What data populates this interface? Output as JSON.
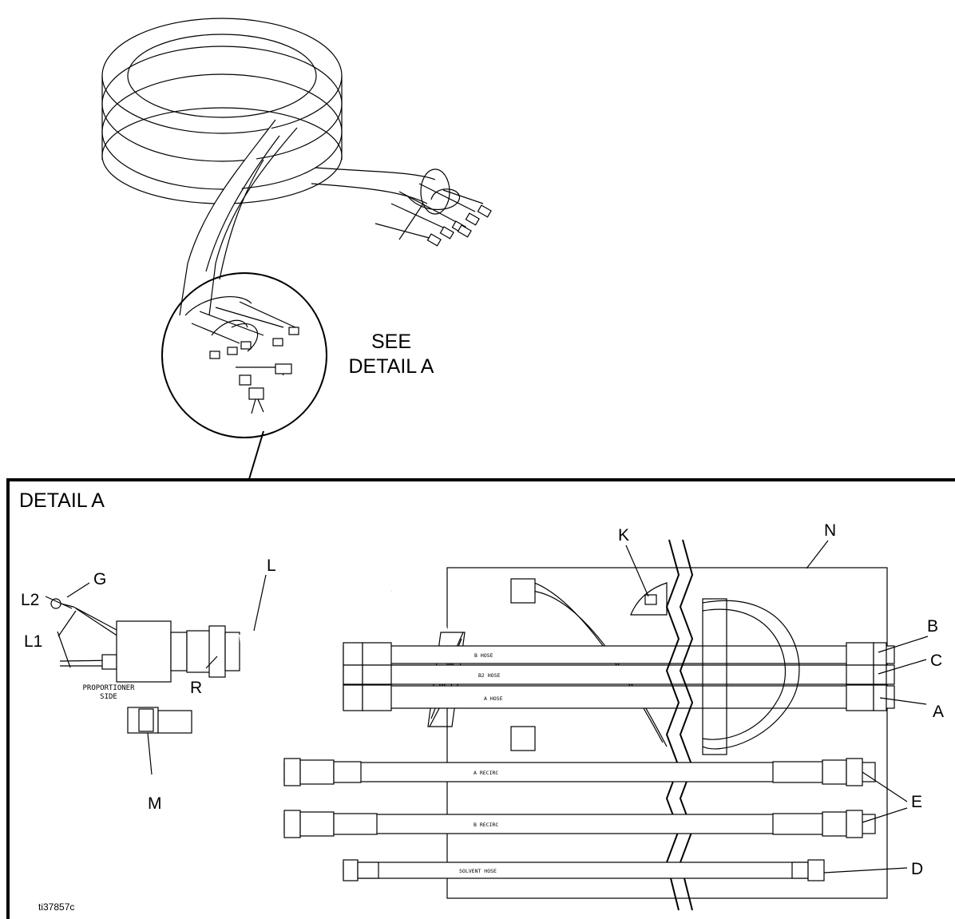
{
  "overview": {
    "see_detail_line1": "SEE",
    "see_detail_line2": "DETAIL A"
  },
  "detail": {
    "title": "DETAIL A",
    "side_label_line1": "PROPORTIONER",
    "side_label_line2": "SIDE",
    "figure_id": "ti37857c"
  },
  "callouts": {
    "G": "G",
    "L2": "L2",
    "L1": "L1",
    "L": "L",
    "R": "R",
    "M": "M",
    "K": "K",
    "N": "N",
    "B": "B",
    "C": "C",
    "A": "A",
    "E1": "E",
    "E2": "E",
    "D": "D"
  },
  "hose_labels": {
    "b_hose": "B HOSE",
    "b2_hose": "B2 HOSE",
    "a_hose": "A HOSE",
    "a_recirc": "A RECIRC",
    "b_recirc": "B RECIRC",
    "solvent_hose": "SOLVENT HOSE"
  }
}
